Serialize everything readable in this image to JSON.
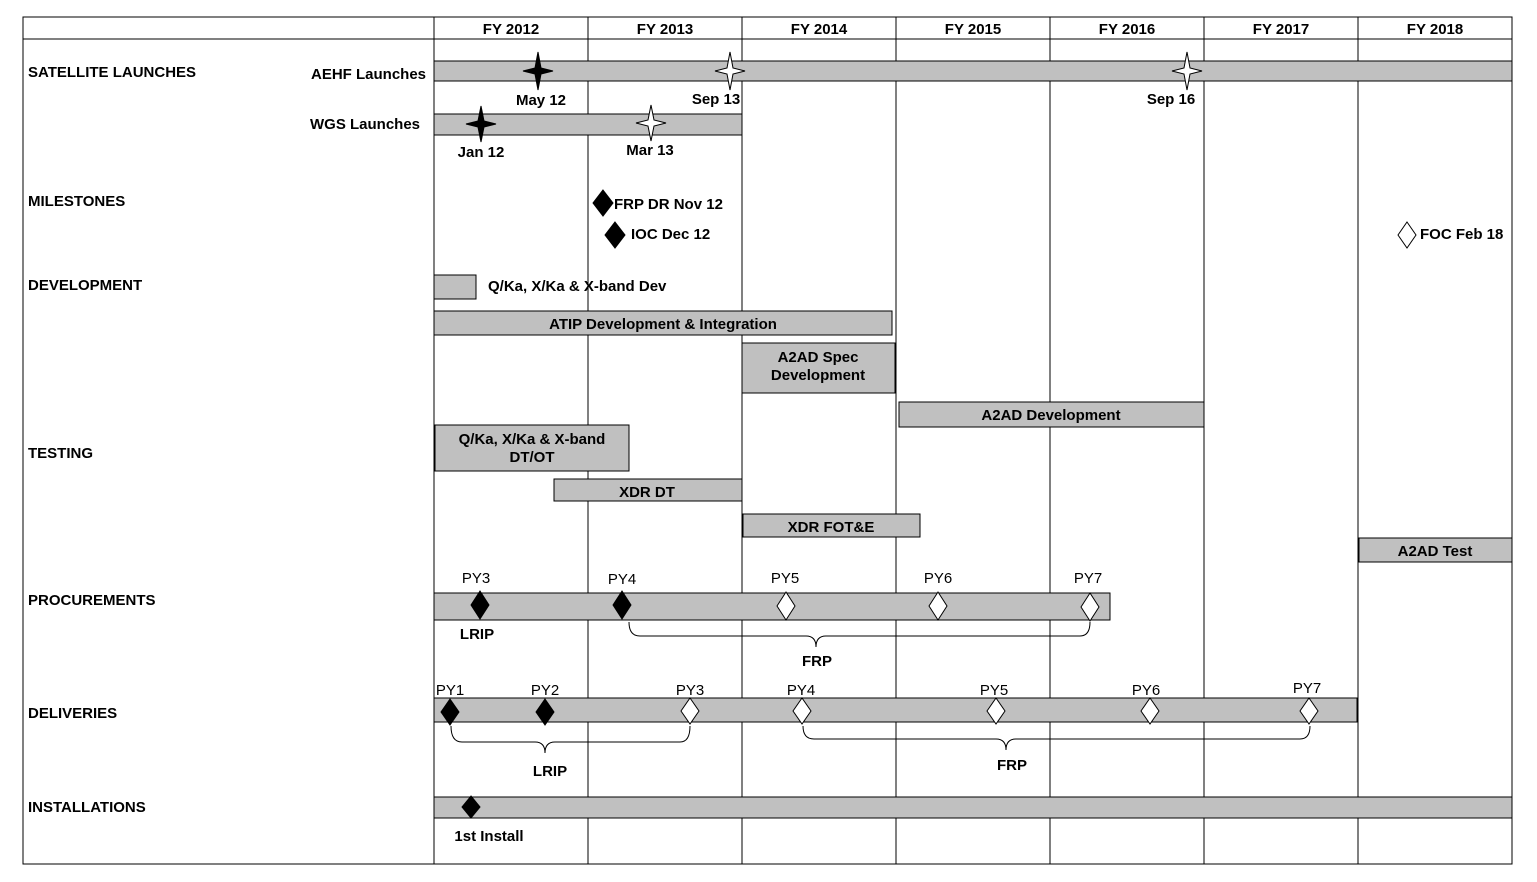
{
  "years": [
    "FY 2012",
    "FY 2013",
    "FY 2014",
    "FY 2015",
    "FY 2016",
    "FY 2017",
    "FY 2018"
  ],
  "sections": {
    "satellite_launches": "SATELLITE LAUNCHES",
    "milestones": "MILESTONES",
    "development": "DEVELOPMENT",
    "testing": "TESTING",
    "procurements": "PROCUREMENTS",
    "deliveries": "DELIVERIES",
    "installations": "INSTALLATIONS"
  },
  "launches": {
    "aehf": {
      "label": "AEHF Launches",
      "events": [
        {
          "date": "May 12",
          "filled": true
        },
        {
          "date": "Sep 13",
          "filled": false
        },
        {
          "date": "Sep 16",
          "filled": false
        }
      ]
    },
    "wgs": {
      "label": "WGS Launches",
      "events": [
        {
          "date": "Jan 12",
          "filled": true
        },
        {
          "date": "Mar 13",
          "filled": false
        }
      ]
    }
  },
  "milestones": [
    {
      "label": "FRP DR Nov 12",
      "filled": true
    },
    {
      "label": "IOC Dec 12",
      "filled": true
    },
    {
      "label": "FOC Feb 18",
      "filled": false
    }
  ],
  "development": {
    "qka_label": "Q/Ka, X/Ka & X-band Dev",
    "atip_label": "ATIP Development & Integration",
    "a2ad_spec_line1": "A2AD Spec",
    "a2ad_spec_line2": "Development",
    "a2ad_dev_label": "A2AD Development"
  },
  "testing": {
    "qka_line1": "Q/Ka, X/Ka & X-band",
    "qka_line2": "DT/OT",
    "xdr_dt": "XDR DT",
    "xdr_fote": "XDR FOT&E",
    "a2ad_test": "A2AD  Test"
  },
  "procurements": {
    "items": [
      {
        "label": "PY3",
        "filled": true
      },
      {
        "label": "PY4",
        "filled": true
      },
      {
        "label": "PY5",
        "filled": false
      },
      {
        "label": "PY6",
        "filled": false
      },
      {
        "label": "PY7",
        "filled": false
      }
    ],
    "lrip": "LRIP",
    "frp": "FRP"
  },
  "deliveries": {
    "items": [
      {
        "label": "PY1",
        "filled": true
      },
      {
        "label": "PY2",
        "filled": true
      },
      {
        "label": "PY3",
        "filled": false
      },
      {
        "label": "PY4",
        "filled": false
      },
      {
        "label": "PY5",
        "filled": false
      },
      {
        "label": "PY6",
        "filled": false
      },
      {
        "label": "PY7",
        "filled": false
      }
    ],
    "lrip": "LRIP",
    "frp": "FRP"
  },
  "installations": {
    "first_install": "1st Install"
  },
  "colors": {
    "bar_fill": "#c0c0c0",
    "line": "#000000",
    "background": "#ffffff"
  }
}
